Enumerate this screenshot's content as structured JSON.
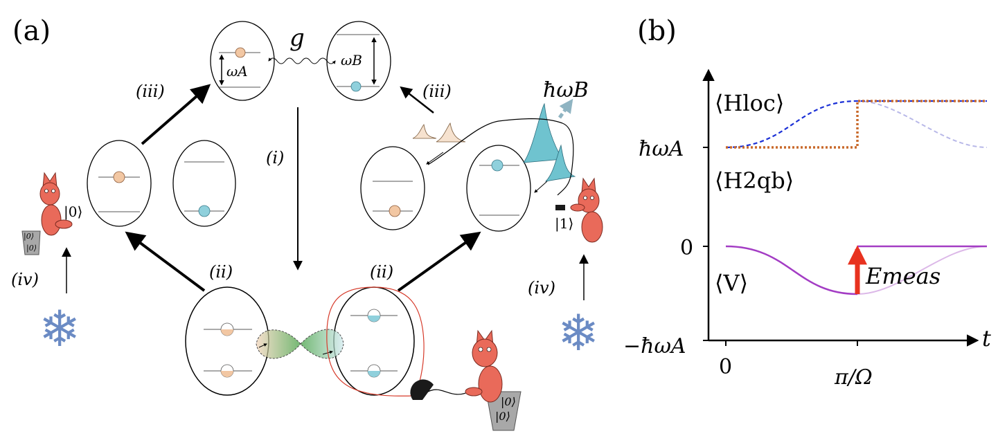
{
  "panel_a": {
    "label": "(a)",
    "coupling": "g",
    "omega_a": "ωA",
    "omega_b": "ωB",
    "emission": "ħωB",
    "step_i": "(i)",
    "step_ii": "(ii)",
    "step_iii": "(iii)",
    "step_iv": "(iv)",
    "ket0": "|0⟩",
    "ket1": "|1⟩",
    "tape_line1": "|0⟩",
    "tape_line2": "|0⟩"
  },
  "panel_b": {
    "label": "(b)",
    "h_loc": "⟨Hloc⟩",
    "h_2qb": "⟨H2qb⟩",
    "v": "⟨V⟩",
    "e_meas": "Emeas",
    "ytick_top": "ħωA",
    "ytick_zero": "0",
    "ytick_bottom": "−ħωA",
    "xtick_zero": "0",
    "xtick_mid": "π/Ω",
    "xlabel": "t",
    "colors": {
      "h_loc": "#1a2fd6",
      "h_2qb": "#c8692a",
      "v": "#a33cc4",
      "e_meas": "#e8321f"
    }
  }
}
